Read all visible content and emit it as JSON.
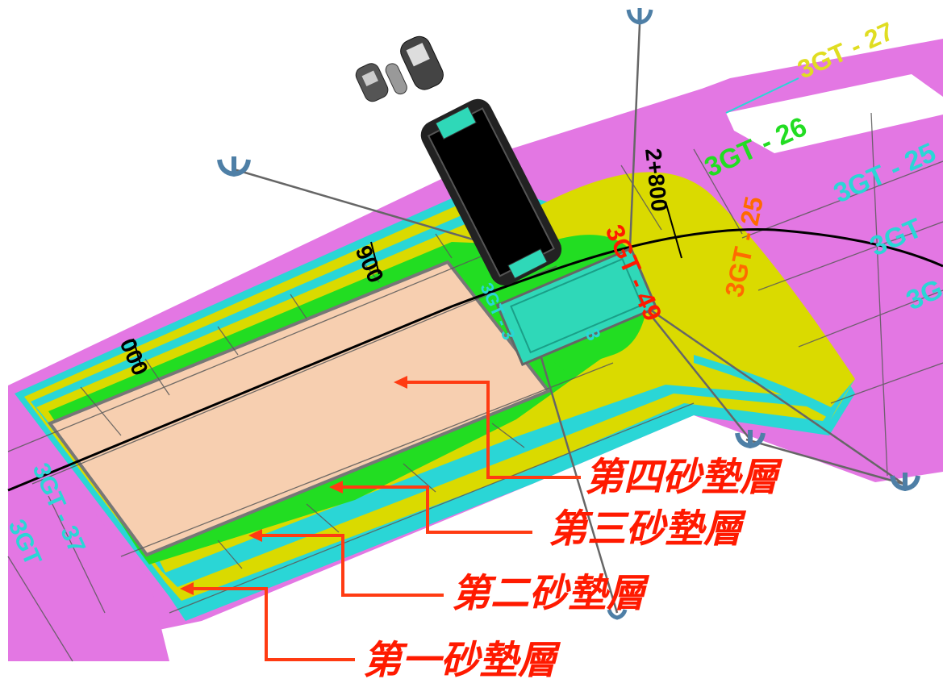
{
  "colors": {
    "background": "#ffffff",
    "sand_mat": "#e377e3",
    "layer_cyan": "#2ad6d6",
    "layer_yellow": "#dada00",
    "layer_green": "#22dd22",
    "sand_work_area": "#f7cfb0",
    "annotation_red": "#ff1a00",
    "arrow_orange": "#ff3b12",
    "grid_line": "#5a5a5a",
    "alignment_line": "#000000",
    "anchor_steel": "#4e7fa6",
    "barge_cyan": "#2fd8b8"
  },
  "chainage": {
    "c900": "900",
    "c2800": "2+800",
    "c000": "000"
  },
  "section_labels": {
    "gt27": "3GT - 27",
    "gt26": "3GT - 26",
    "gt25_right": "3GT - 25",
    "gt25_curve": "3GT - 25",
    "gt_red": "3GT - 49",
    "gt37": "3GT - 37",
    "gt_left_edge": "3GT",
    "gt_right_partial": "3GT",
    "gt_right_partial2": "3G",
    "gt_green_small": "3GT - 3",
    "gt_green_digit": "3"
  },
  "annotations": {
    "layer4": "第四砂墊層",
    "layer3": "第三砂墊層",
    "layer2": "第二砂墊層",
    "layer1": "第一砂墊層"
  },
  "icons": {
    "anchors": [
      "anchor-icon",
      "anchor-icon",
      "anchor-icon",
      "anchor-icon"
    ],
    "vessels": [
      "tugboat-icon",
      "workboat-icon",
      "tugboat-icon"
    ]
  }
}
